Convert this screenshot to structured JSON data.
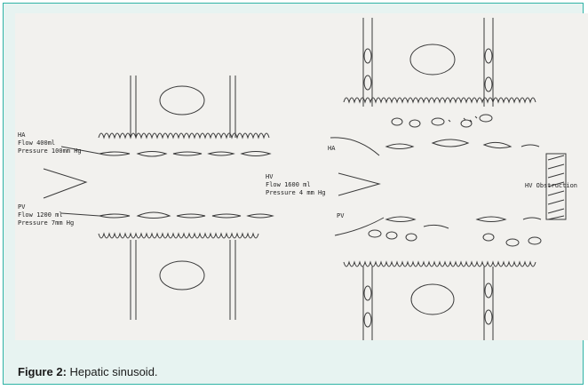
{
  "left_panel": {
    "ha_label": "HA",
    "ha_flow": "Flow 400ml",
    "ha_pressure": "Pressure 100mm Hg",
    "pv_label": "PV",
    "pv_flow": "Flow 1200 ml",
    "pv_pressure": "Pressure 7mm Hg",
    "hv_label": "HV",
    "hv_flow": "Flow 1600 ml",
    "hv_pressure": "Pressure 4 mm Hg"
  },
  "right_panel": {
    "ha_label": "HA",
    "pv_label": "PV",
    "obstruction_label": "HV Obstruction"
  },
  "caption": {
    "label": "Figure 2:",
    "text": "Hepatic sinusoid."
  },
  "colors": {
    "frame_border": "#2fb3a6",
    "frame_bg": "#e7f3f1",
    "sketch_bg": "#f2f1ee",
    "ink": "#333333"
  }
}
